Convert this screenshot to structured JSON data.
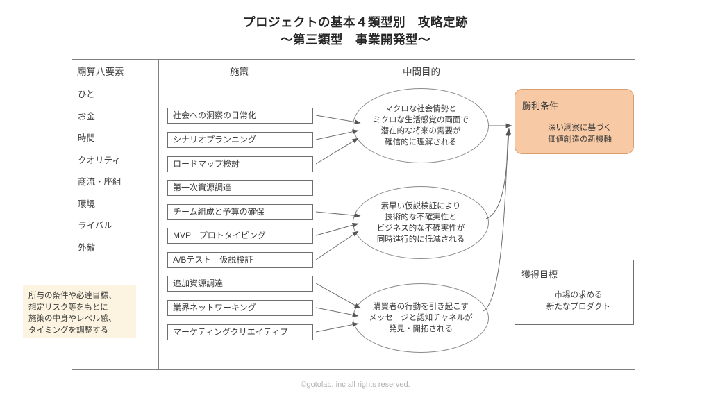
{
  "title": {
    "line1": "プロジェクトの基本４類型別　攻略定跡",
    "line2": "〜第三類型　事業開発型〜"
  },
  "columns": {
    "elements_header": "廟算八要素",
    "measures_header": "施策",
    "midgoals_header": "中間目的"
  },
  "elements": [
    {
      "label": "ひと"
    },
    {
      "label": "お金"
    },
    {
      "label": "時間"
    },
    {
      "label": "クオリティ"
    },
    {
      "label": "商流・座組"
    },
    {
      "label": "環境"
    },
    {
      "label": "ライバル"
    },
    {
      "label": "外敵"
    }
  ],
  "note": {
    "lines": [
      "所与の条件や必達目標、",
      "想定リスク等をもとに",
      "施策の中身やレベル感、",
      "タイミングを調整する"
    ],
    "background": "#fcf4e0"
  },
  "measures": [
    {
      "label": "社会への洞察の日常化"
    },
    {
      "label": "シナリオプランニング"
    },
    {
      "label": "ロードマップ検討"
    },
    {
      "label": "第一次資源調達"
    },
    {
      "label": "チーム組成と予算の確保"
    },
    {
      "label": "MVP　プロトタイピング"
    },
    {
      "label": "A/Bテスト　仮説検証"
    },
    {
      "label": "追加資源調達"
    },
    {
      "label": "業界ネットワーキング"
    },
    {
      "label": "マーケティングクリエイティブ"
    }
  ],
  "midgoals": [
    {
      "lines": [
        "マクロな社会情勢と",
        "ミクロな生活感覚の両面で",
        "潜在的な将来の需要が",
        "確信的に理解される"
      ]
    },
    {
      "lines": [
        "素早い仮説検証により",
        "技術的な不確実性と",
        "ビジネス的な不確実性が",
        "同時進行的に低減される"
      ]
    },
    {
      "lines": [
        "購買者の行動を引き起こす",
        "メッセージと認知チャネルが",
        "発見・開拓される"
      ]
    }
  ],
  "win_condition": {
    "title": "勝利条件",
    "lines": [
      "深い洞察に基づく",
      "価値創造の新機軸"
    ],
    "fill": "#f7c9a4",
    "stroke": "#d99e6e"
  },
  "goal": {
    "title": "獲得目標",
    "lines": [
      "市場の求める",
      "新たなプロダクト"
    ],
    "fill": "#ffffff",
    "stroke": "#6e6e6e"
  },
  "footer": {
    "text": "©gotolab, inc  all rights reserved."
  },
  "colors": {
    "frame": "#808080",
    "text": "#3a3a3a",
    "connector": "#6e6e6e",
    "ellipse_stroke": "#8a8a8a"
  }
}
